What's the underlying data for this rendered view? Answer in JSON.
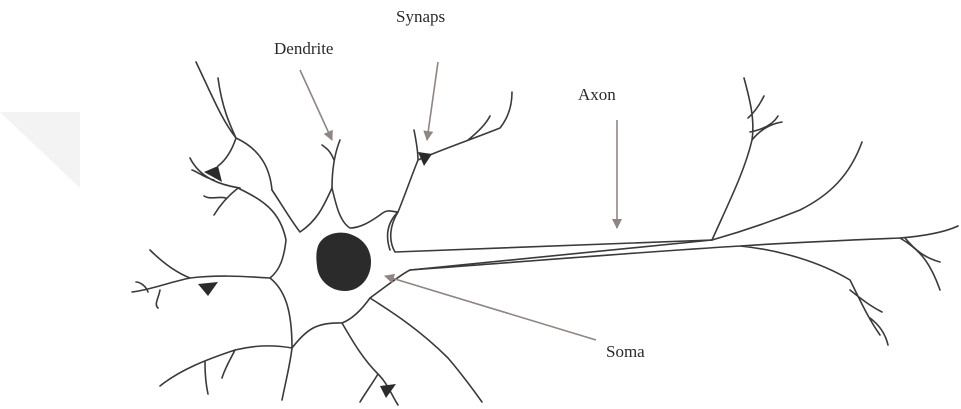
{
  "labels": {
    "synaps": "Synaps",
    "dendrite": "Dendrite",
    "axon": "Axon",
    "soma": "Soma"
  },
  "colors": {
    "line": "#3a3a3a",
    "nucleus": "#2b2b2b",
    "arrow": "#8f8582",
    "watermark": "#f3f3f3"
  }
}
